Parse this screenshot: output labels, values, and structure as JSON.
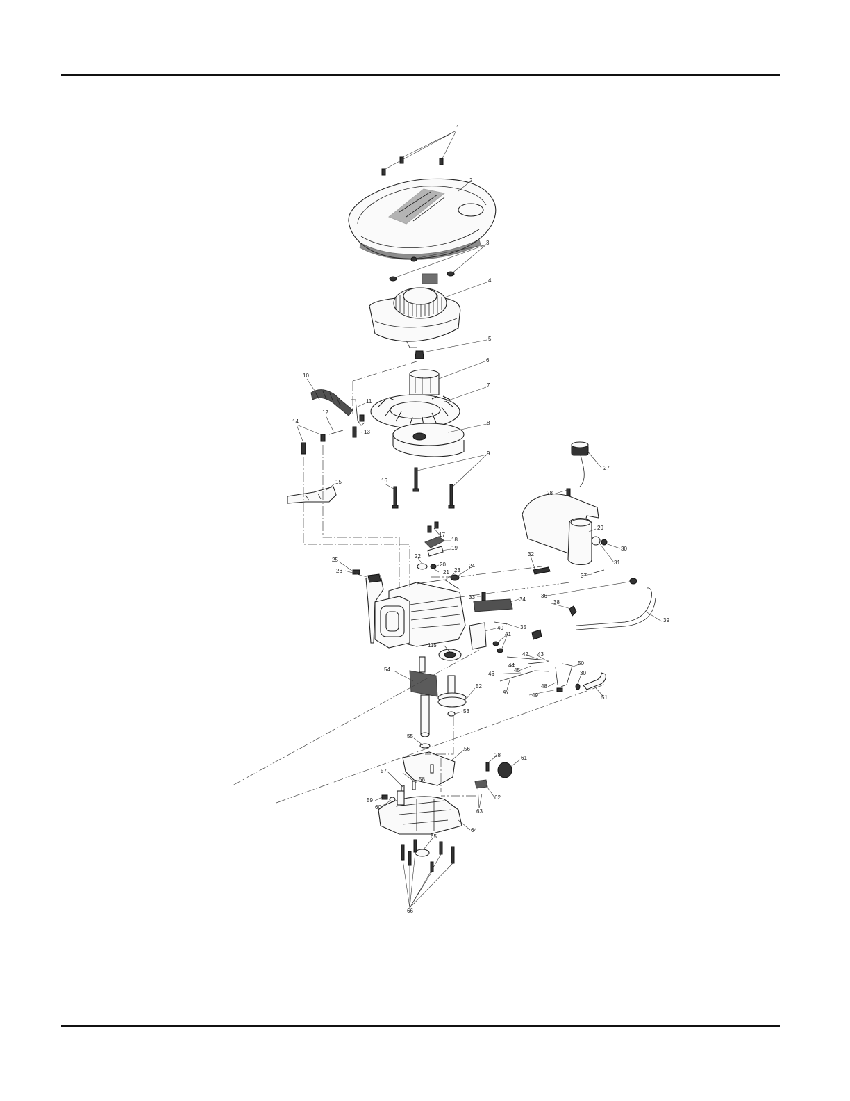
{
  "page": {
    "header_rule": true,
    "footer_rule": true
  },
  "diagram": {
    "subject": "engine-exploded-parts-view",
    "callouts": [
      "1",
      "2",
      "3",
      "4",
      "5",
      "6",
      "7",
      "8",
      "9",
      "10",
      "11",
      "12",
      "13",
      "14",
      "15",
      "16",
      "17",
      "18",
      "19",
      "20",
      "21",
      "22",
      "23",
      "24",
      "25",
      "26",
      "27",
      "28",
      "29",
      "30",
      "31",
      "32",
      "33",
      "34",
      "35",
      "36",
      "37",
      "38",
      "39",
      "40",
      "41",
      "42",
      "43",
      "44",
      "45",
      "46",
      "47",
      "48",
      "49",
      "50",
      "30",
      "51",
      "52",
      "53",
      "54",
      "55",
      "56",
      "57",
      "58",
      "28",
      "59",
      "60",
      "61",
      "62",
      "63",
      "64",
      "65",
      "66",
      "115"
    ]
  }
}
